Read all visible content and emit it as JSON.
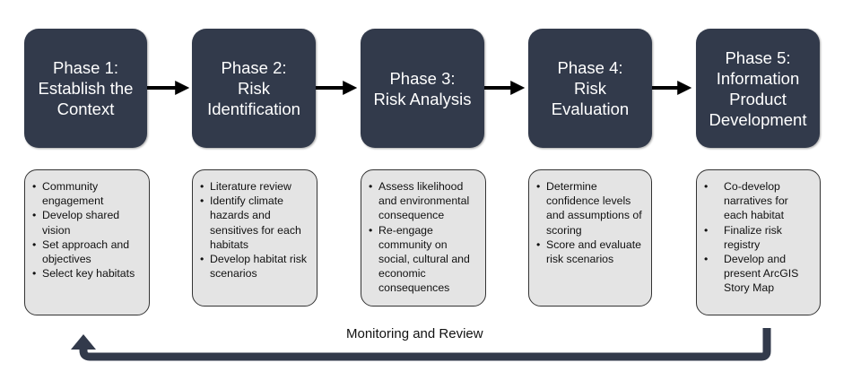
{
  "phases": [
    {
      "title": "Phase 1:\nEstablish the\nContext",
      "bullets": [
        "Community engagement",
        "Develop shared vision",
        "Set approach and objectives",
        "Select key habitats"
      ]
    },
    {
      "title": "Phase 2:\nRisk\nIdentification",
      "bullets": [
        "Literature review",
        "Identify climate hazards and sensitives for each habitats",
        "Develop habitat risk scenarios"
      ]
    },
    {
      "title": "Phase 3:\nRisk Analysis",
      "bullets": [
        "Assess likelihood and environmental consequence",
        "Re-engage community on social, cultural and economic consequences"
      ]
    },
    {
      "title": "Phase 4:\nRisk\nEvaluation",
      "bullets": [
        "Determine confidence levels and assumptions of scoring",
        "Score and evaluate risk scenarios"
      ]
    },
    {
      "title": "Phase 5:\nInformation\nProduct\nDevelopment",
      "bullets": [
        "Co-develop narratives for each habitat",
        "Finalize risk registry",
        "Develop and present ArcGIS Story Map"
      ]
    }
  ],
  "loop": {
    "label": "Monitoring and Review"
  },
  "colors": {
    "phase_fill": "#323a4b",
    "detail_fill": "#e4e4e4",
    "arrow": "#000000",
    "loop_arrow": "#323a4b"
  }
}
